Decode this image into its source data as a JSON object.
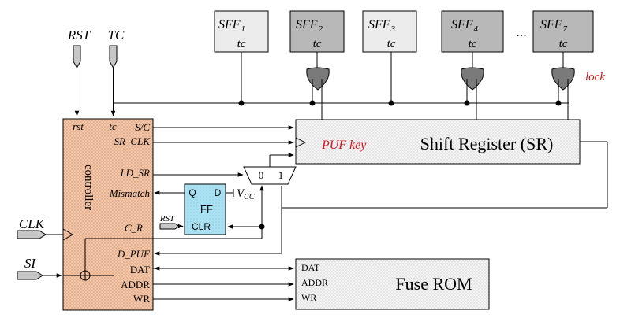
{
  "inputs": {
    "rst": "RST",
    "tc": "TC",
    "clk": "CLK",
    "si": "SI"
  },
  "sff_cells": [
    {
      "name": "SFF",
      "sub": "1",
      "port": "tc",
      "shade": "light"
    },
    {
      "name": "SFF",
      "sub": "2",
      "port": "tc",
      "shade": "dark"
    },
    {
      "name": "SFF",
      "sub": "3",
      "port": "tc",
      "shade": "light"
    },
    {
      "name": "SFF",
      "sub": "4",
      "port": "tc",
      "shade": "dark"
    },
    {
      "name": "SFF",
      "sub": "7",
      "port": "tc",
      "shade": "dark"
    }
  ],
  "ellipsis": "...",
  "lock_label": "lock",
  "controller": {
    "title": "controller",
    "rst_pin": "rst",
    "tc_pin": "tc",
    "pins_right": [
      "S/C",
      "SR_CLK",
      "LD_SR",
      "Mismatch",
      "C_R",
      "D_PUF",
      "DAT",
      "ADDR",
      "WR"
    ]
  },
  "shift_register": {
    "label": "Shift Register (SR)",
    "key_label": "PUF key"
  },
  "mux": {
    "in0": "0",
    "in1": "1"
  },
  "ff": {
    "q": "Q",
    "d": "D",
    "name": "FF",
    "clr": "CLR",
    "vcc": "V",
    "vcc_sub": "CC",
    "rst_in": "RST"
  },
  "fuse_rom": {
    "label": "Fuse ROM",
    "pins": [
      "DAT",
      "ADDR",
      "WR"
    ]
  },
  "colors": {
    "controller_fill": "#f2c6a8",
    "ff_fill": "#a9e1f2",
    "sr_fill": "#efefef",
    "sff_light": "#ececec",
    "sff_dark": "#b8b8b8",
    "accent_red": "#d0141c"
  }
}
